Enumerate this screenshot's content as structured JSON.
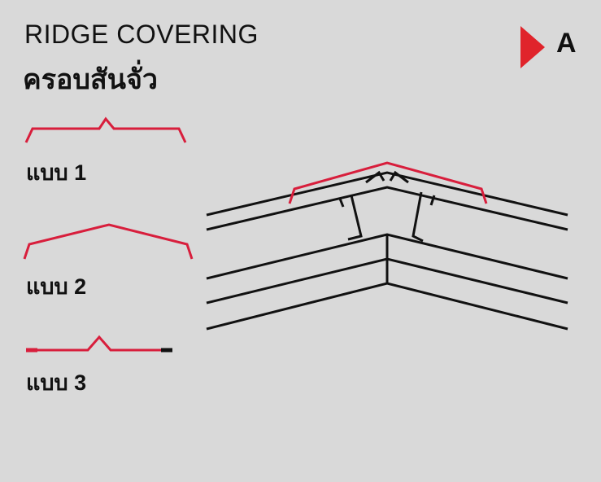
{
  "title": {
    "english": "RIDGE COVERING",
    "thai": "ครอบสันจั่ว"
  },
  "marker": {
    "letter": "A",
    "color": "#e0242b"
  },
  "colors": {
    "ridge_cap": "#d81e3c",
    "roof_sheet": "#111111",
    "background": "#d9d9d9"
  },
  "types": [
    {
      "label": "แบบ 1"
    },
    {
      "label": "แบบ 2"
    },
    {
      "label": "แบบ 3"
    }
  ]
}
